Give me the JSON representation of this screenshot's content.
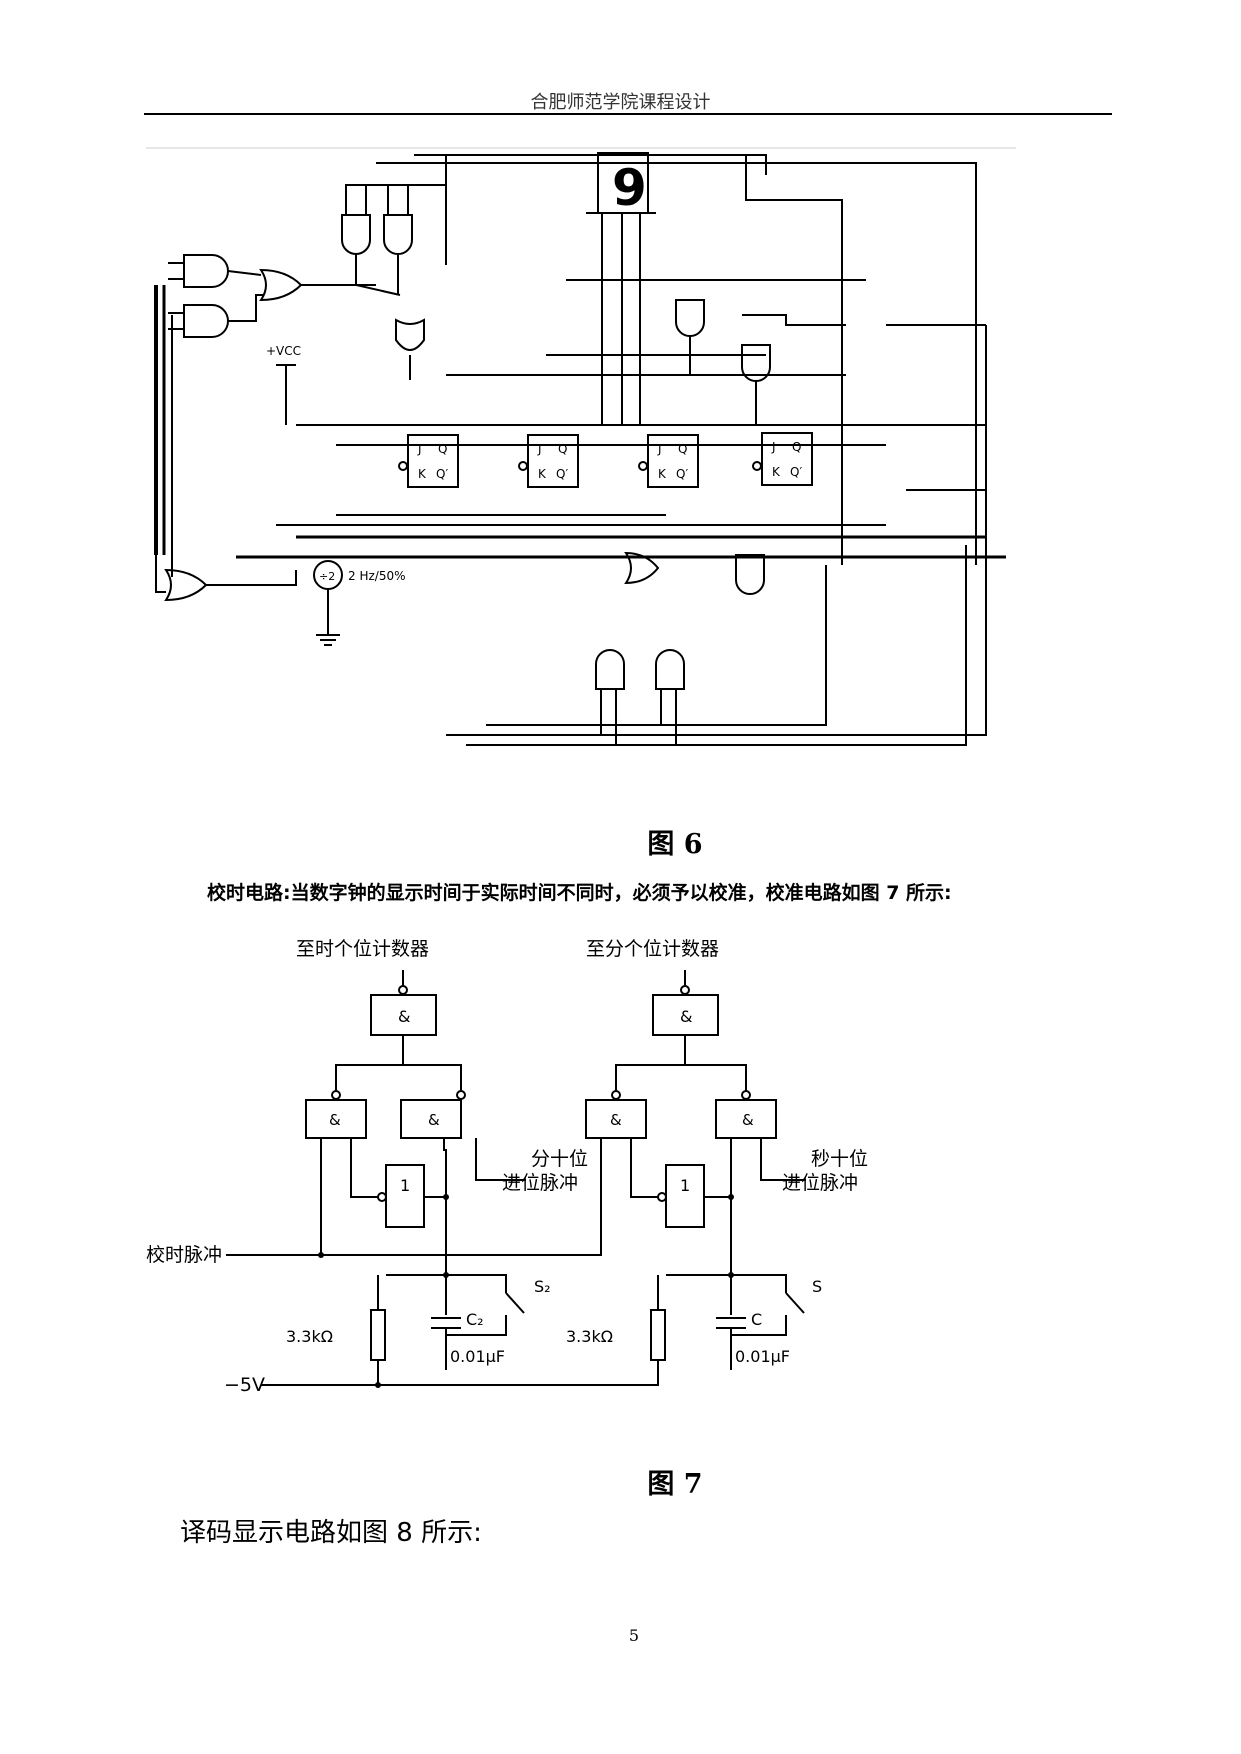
{
  "header": {
    "title": "合肥师范学院课程设计"
  },
  "figure6": {
    "caption": "图 6",
    "labels": {
      "vcc": "+VCC",
      "divider": "÷2",
      "clock": "2 Hz/50%",
      "display_digit": "9",
      "ff_j": "J",
      "ff_q": "Q",
      "ff_k": "K",
      "ff_qn": "Q′"
    }
  },
  "paragraph1": "校时电路:当数字钟的显示时间于实际时间不同时，必须予以校准，校准电路如图 7 所示:",
  "figure7": {
    "caption": "图 7",
    "labels": {
      "to_hour_counter": "至时个位计数器",
      "to_min_counter": "至分个位计数器",
      "and_symbol": "&",
      "not_symbol": "1",
      "min_tens_line1": "分十位",
      "min_tens_line2": "进位脉冲",
      "sec_tens_line1": "秒十位",
      "sec_tens_line2": "进位脉冲",
      "calib_pulse": "校时脉冲",
      "resistor_left": "3.3kΩ",
      "resistor_right": "3.3kΩ",
      "cap_left": "C₂",
      "cap_right": "C",
      "switch_left": "S₂",
      "switch_right": "S",
      "cap_value_left": "0.01μF",
      "cap_value_right": "0.01μF",
      "supply": "−5V"
    }
  },
  "paragraph2": "译码显示电路如图 8 所示:",
  "page_number": "5"
}
